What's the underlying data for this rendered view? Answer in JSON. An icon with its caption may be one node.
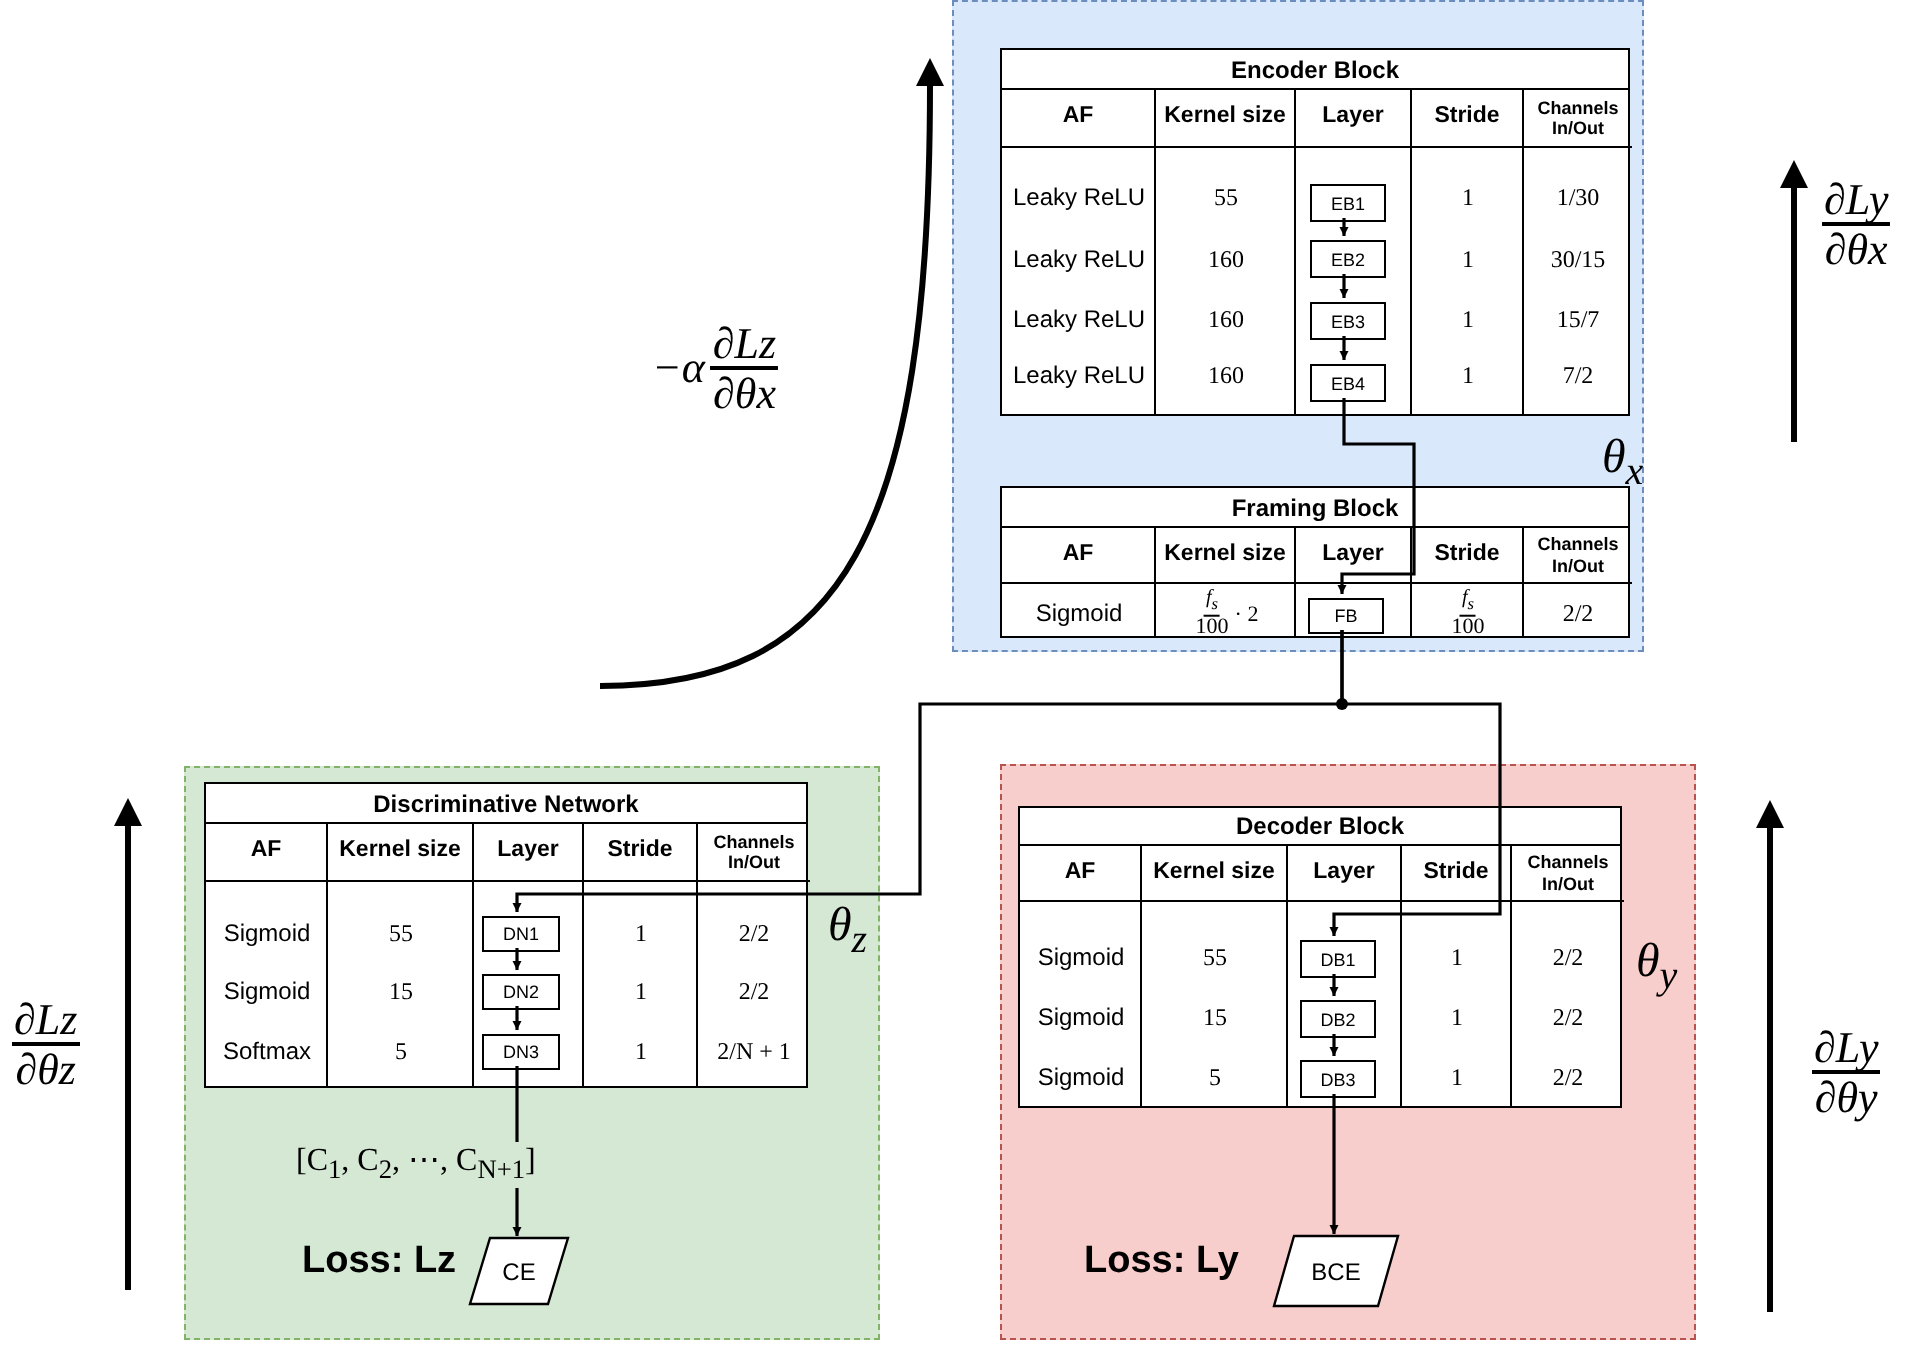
{
  "diagram": {
    "nodes": [
      {
        "text": [
          "θ$_{x}$"
        ]
      },
      {
        "text": [
          "Encoder Block"
        ],
        "in": 0
      },
      {
        "text": [
          "EB1"
        ],
        "in": 1
      },
      {
        "text": [
          "EB2"
        ],
        "in": 1
      },
      {
        "text": [
          "EB3"
        ],
        "in": 1
      },
      {
        "text": [
          "EB4"
        ],
        "in": 1
      },
      {
        "text": [
          "Framing Block"
        ],
        "in": 0
      },
      {
        "text": [
          "FB"
        ],
        "in": 6
      },
      {
        "text": [
          "θ$_{z}$"
        ]
      },
      {
        "text": [
          "Discriminative Network"
        ],
        "in": 8
      },
      {
        "text": [
          "DN1"
        ],
        "in": 9
      },
      {
        "text": [
          "DN2"
        ],
        "in": 9
      },
      {
        "text": [
          "DN3"
        ],
        "in": 9
      },
      {
        "text": [
          "CE"
        ],
        "in": 8,
        "beside": [
          "Loss: Lz"
        ]
      },
      {
        "text": [
          "θ$_{y}$"
        ]
      },
      {
        "text": [
          "Decoder Block"
        ],
        "in": 14
      },
      {
        "text": [
          "DB1"
        ],
        "in": 15
      },
      {
        "text": [
          "DB2"
        ],
        "in": 15
      },
      {
        "text": [
          "DB3"
        ],
        "in": 15
      },
      {
        "text": [
          "BCE"
        ],
        "in": 14,
        "beside": [
          "Loss: Ly"
        ]
      }
    ],
    "edges": [
      {
        "from": 2,
        "to": 3,
        "arrow": "to"
      },
      {
        "from": 3,
        "to": 4,
        "arrow": "to"
      },
      {
        "from": 4,
        "to": 5,
        "arrow": "to"
      },
      {
        "from": 5,
        "to": 7,
        "arrow": "to"
      },
      {
        "from": 7,
        "to": 10,
        "arrow": "to"
      },
      {
        "from": 7,
        "to": 16,
        "arrow": "to"
      },
      {
        "from": 10,
        "to": 11,
        "arrow": "to"
      },
      {
        "from": 11,
        "to": 12,
        "arrow": "to"
      },
      {
        "from": 12,
        "to": 13,
        "arrow": "to",
        "label": "[C$_{1}$, C$_{2}$, ⋯, C$_{N+1}$]"
      },
      {
        "from": 16,
        "to": 17,
        "arrow": "to"
      },
      {
        "from": 17,
        "to": 18,
        "arrow": "to"
      },
      {
        "from": 18,
        "to": 19,
        "arrow": "to"
      }
    ],
    "labels": [
      "AF",
      "Kernel size",
      "Layer",
      "Stride",
      "Channels In/Out",
      "Leaky ReLU",
      "55",
      "1",
      "1/30",
      "Leaky ReLU",
      "160",
      "1",
      "30/15",
      "Leaky ReLU",
      "160",
      "1",
      "15/7",
      "Leaky ReLU",
      "160",
      "1",
      "7/2",
      "AF",
      "Kernel size",
      "Layer",
      "Stride",
      "Channels In/Out",
      "Sigmoid",
      "f$_{s}$",
      "100",
      "· 2",
      "f$_{s}$",
      "100",
      "2/2",
      "AF",
      "Kernel size",
      "Layer",
      "Stride",
      "Channels In/Out",
      "Sigmoid",
      "55",
      "1",
      "2/2",
      "Sigmoid",
      "15",
      "1",
      "2/2",
      "Softmax",
      "5",
      "1",
      "2/N + 1",
      "AF",
      "Kernel size",
      "Layer",
      "Stride",
      "Channels In/Out",
      "Sigmoid",
      "55",
      "1",
      "2/2",
      "Sigmoid",
      "15",
      "1",
      "2/2",
      "Sigmoid",
      "5",
      "1",
      "2/2",
      "−α",
      "∂Lz",
      "∂θx",
      "∂Ly",
      "∂θx",
      "∂Lz",
      "∂θz",
      "∂Ly",
      "∂θy"
    ]
  }
}
